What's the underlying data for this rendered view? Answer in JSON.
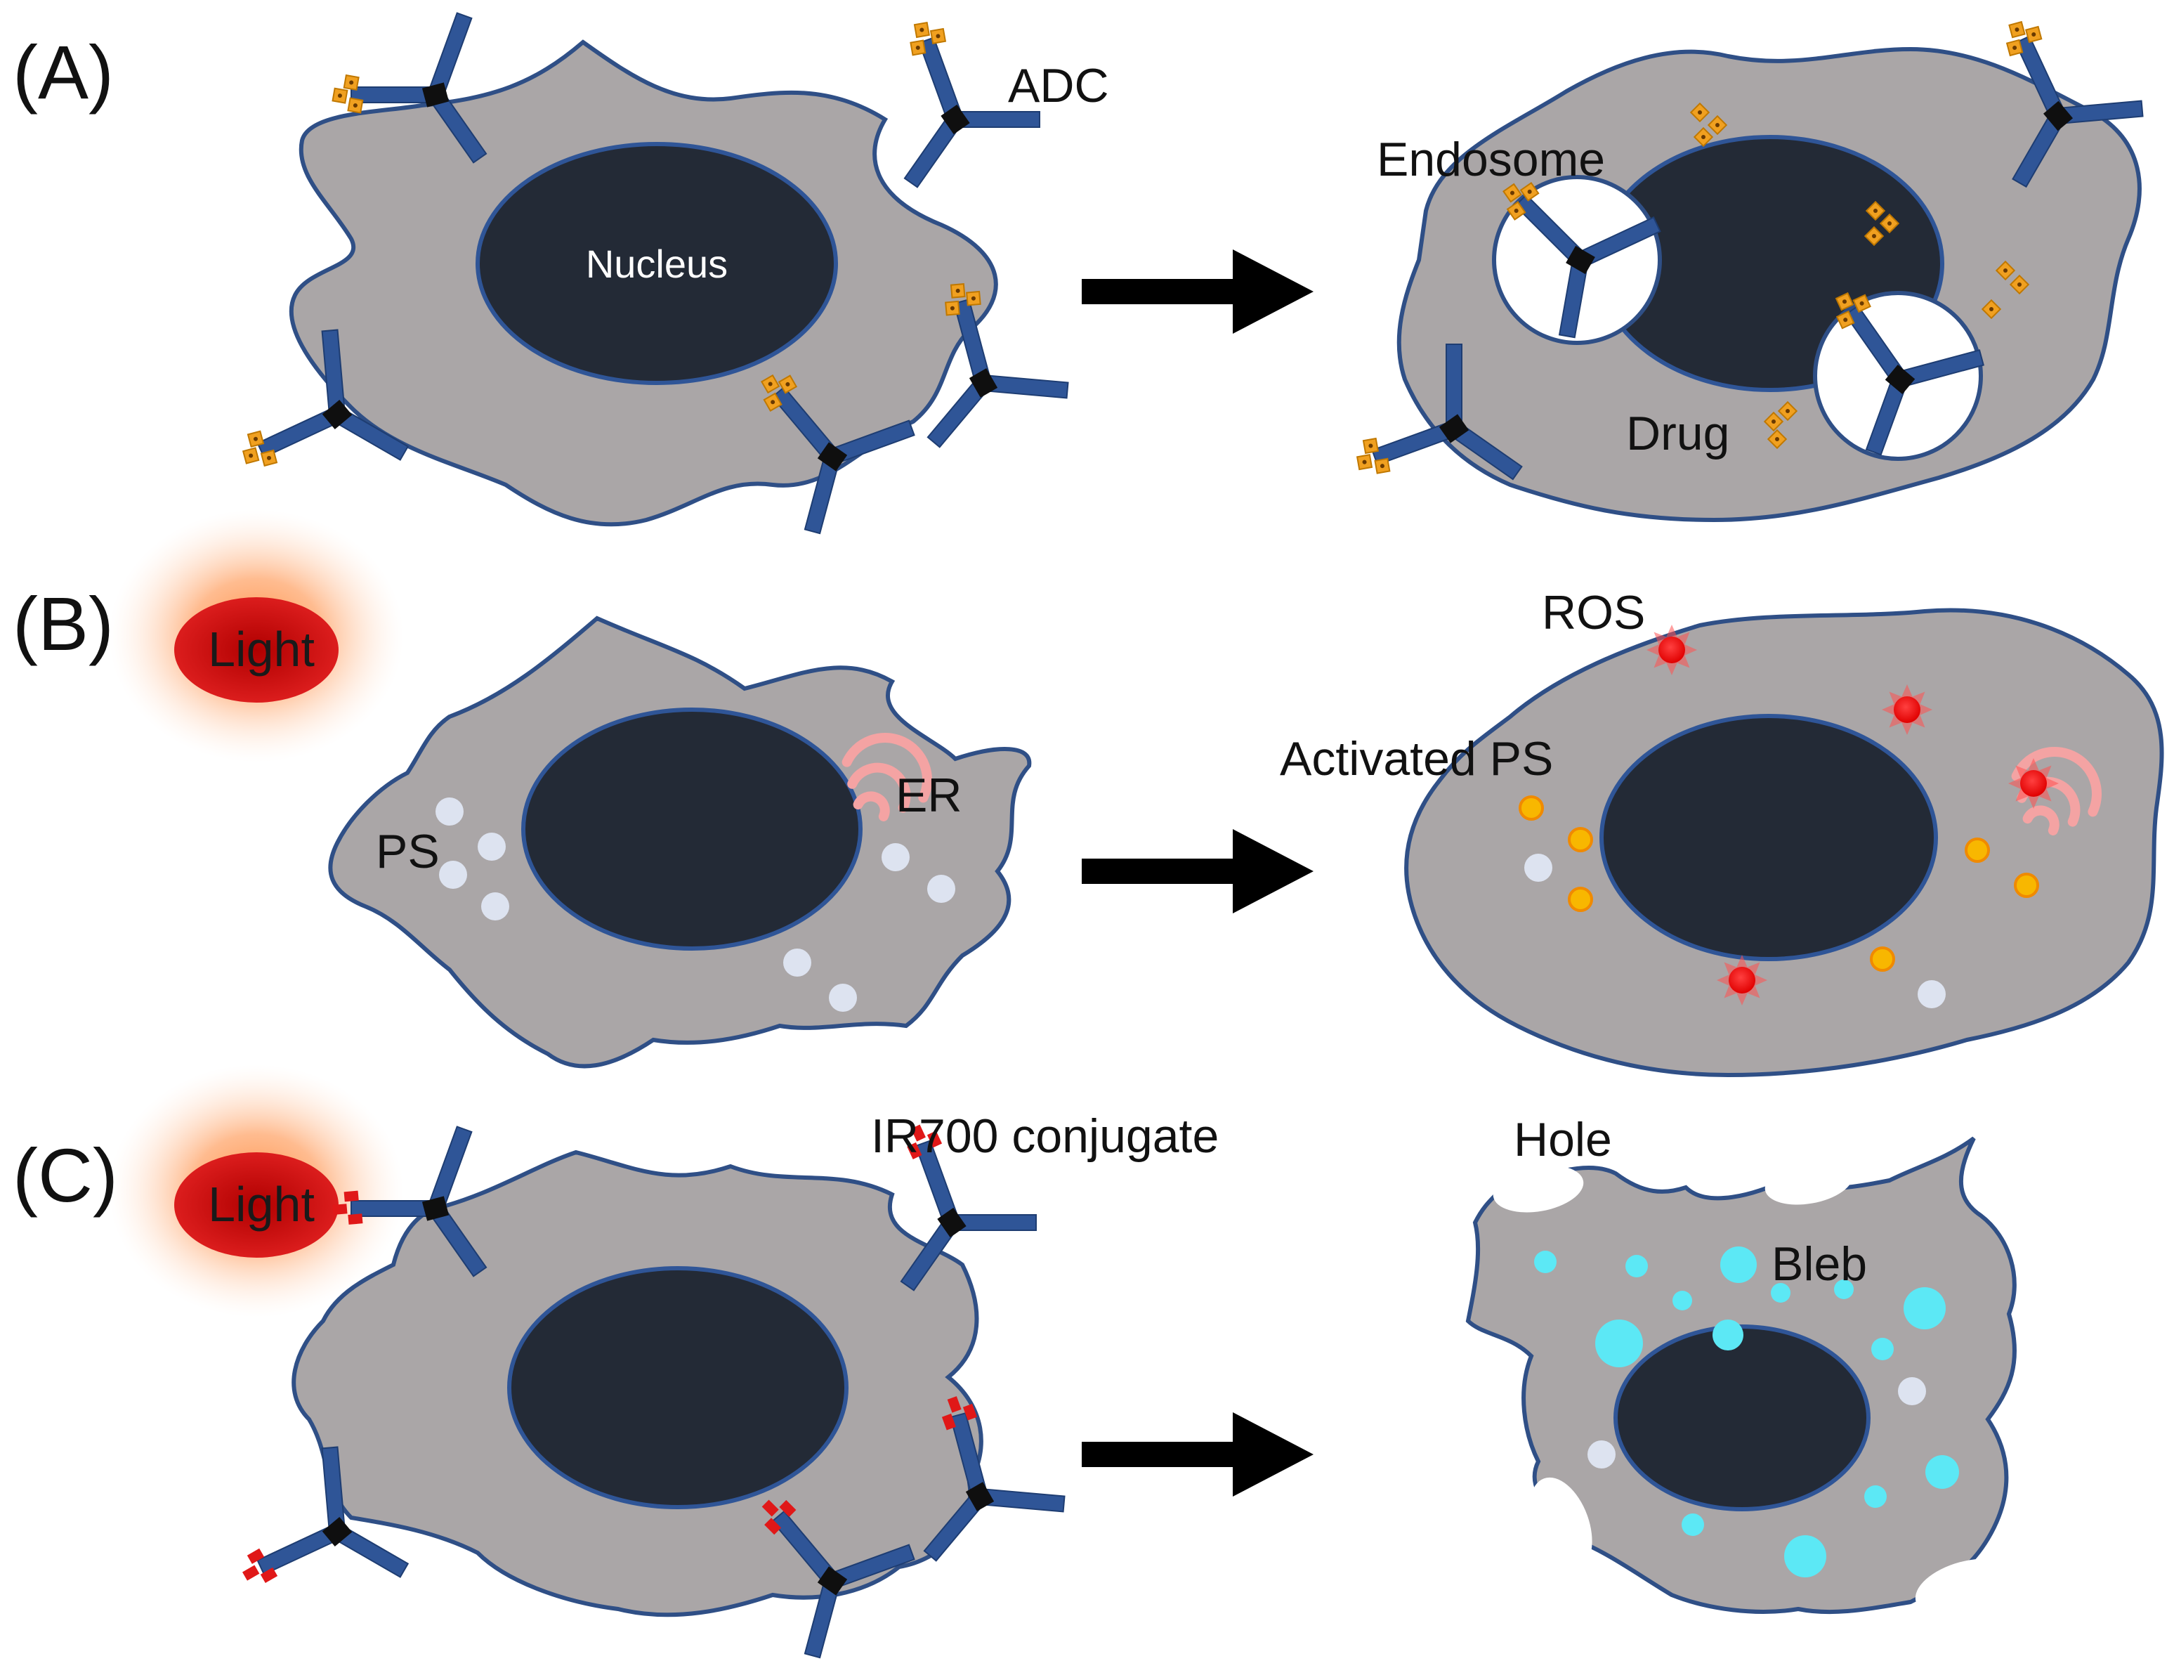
{
  "colors": {
    "cell_fill": "#aaa6a7",
    "cell_stroke": "#2f4f86",
    "nucleus": "#232a36",
    "antibody": "#2f5597",
    "hinge": "#0f0f0f",
    "adc_drug": "#f0a020",
    "ir700": "#e01818",
    "ps": "#dde3f0",
    "activated_ps": "#f8b700",
    "ros": "#e81010",
    "er": "#f4a3a3",
    "bleb": "#5ce8f5",
    "light": "#d01010",
    "glow": "#ff9b5c",
    "arrow": "#000000"
  },
  "icons": {
    "antibody": "antibody-icon",
    "light": "light-source-icon",
    "arrow": "right-arrow-icon",
    "ros": "ros-burst-icon"
  },
  "panels": {
    "a": {
      "label": "(A)",
      "nucleus_label": "Nucleus",
      "adc_label": "ADC",
      "endosome_label": "Endosome",
      "drug_label": "Drug"
    },
    "b": {
      "label": "(B)",
      "light_label": "Light",
      "ps_label": "PS",
      "er_label": "ER",
      "ros_label": "ROS",
      "activated_ps_label": "Activated PS"
    },
    "c": {
      "label": "(C)",
      "light_label": "Light",
      "conjugate_label": "IR700 conjugate",
      "hole_label": "Hole",
      "bleb_label": "Bleb"
    }
  }
}
